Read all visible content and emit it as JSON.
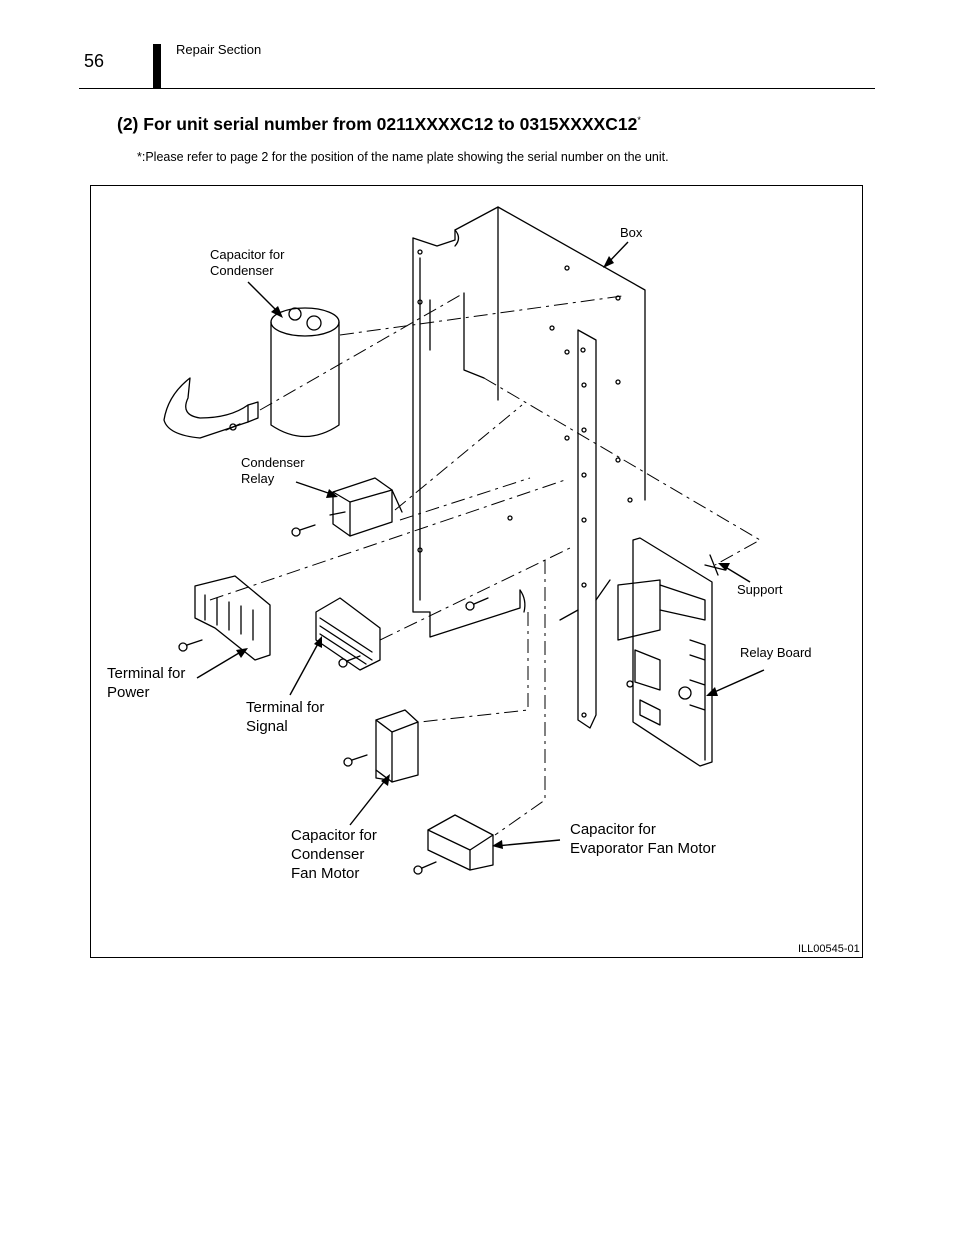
{
  "header": {
    "page_number": "56",
    "section": "Repair Section"
  },
  "title": {
    "text": "(2)  For unit serial number from 0211XXXXC12 to 0315XXXXC12",
    "footnote_mark": "*"
  },
  "note": "*:Please refer to page 2 for the position of the name plate showing the serial number on the unit.",
  "figure": {
    "id": "ILL00545-01",
    "labels": {
      "capacitor_condenser": [
        "Capacitor for",
        "Condenser"
      ],
      "box": "Box",
      "condenser_relay": [
        "Condenser",
        "Relay"
      ],
      "support": "Support",
      "relay_board": "Relay Board",
      "terminal_power": [
        "Terminal for",
        "Power"
      ],
      "terminal_signal": [
        "Terminal for",
        "Signal"
      ],
      "capacitor_condenser_fan": [
        "Capacitor for",
        "Condenser",
        "Fan Motor"
      ],
      "capacitor_evaporator_fan": [
        "Capacitor for",
        "Evaporator Fan Motor"
      ]
    }
  }
}
